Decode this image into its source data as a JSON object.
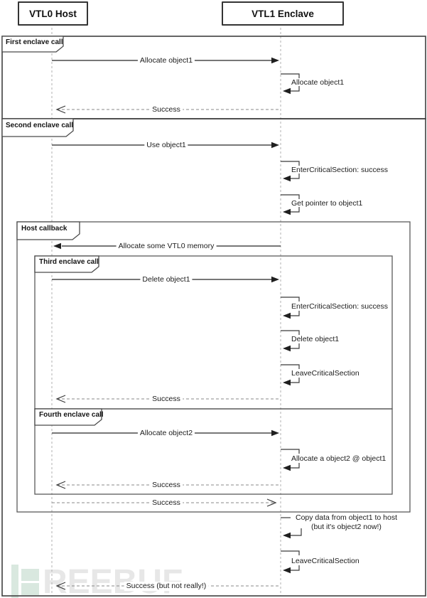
{
  "diagram": {
    "actors": {
      "host": "VTL0 Host",
      "enclave": "VTL1 Enclave"
    },
    "frames": {
      "first": "First enclave call",
      "second": "Second enclave call",
      "host_callback": "Host callback",
      "third": "Third enclave call",
      "fourth": "Fourth enclave call"
    },
    "messages": {
      "m1": "Allocate object1",
      "s2": "Allocate object1",
      "m3": "Success",
      "m4": "Use object1",
      "s5": "EnterCriticalSection: success",
      "s6": "Get pointer to object1",
      "m7": "Allocate some VTL0 memory",
      "m8": "Delete object1",
      "s9": "EnterCriticalSection: success",
      "s10": "Delete object1",
      "s11": "LeaveCriticalSection",
      "m12": "Success",
      "m13": "Allocate object2",
      "s14": "Allocate a object2 @ object1",
      "m15": "Success",
      "m16": "Success",
      "s17_line1": "Copy data from object1 to host",
      "s17_line2": "(but it's object2 now!)",
      "s18": "LeaveCriticalSection",
      "m19": "Success (but not really!)"
    },
    "watermark": {
      "text": "REEBUF"
    },
    "colors": {
      "watermark_green": "#d9e8df",
      "watermark_gray": "#e7e7e7",
      "frame_border": "#4d4d4d",
      "message_line": "#262626"
    }
  }
}
